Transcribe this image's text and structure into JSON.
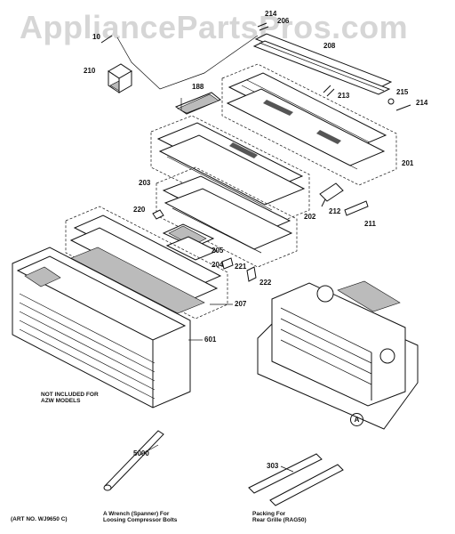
{
  "watermark": "AppliancePartsPros.com",
  "labels": {
    "p214a": "214",
    "p206": "206",
    "p10": "10",
    "p208": "208",
    "p210": "210",
    "p188": "188",
    "p213": "213",
    "p215": "215",
    "p214b": "214",
    "p201": "201",
    "p203": "203",
    "p212": "212",
    "p220": "220",
    "p202": "202",
    "p211": "211",
    "p205": "205",
    "p204": "204",
    "p221": "221",
    "p222": "222",
    "p207": "207",
    "p601": "601",
    "p5000": "5000",
    "p303": "303",
    "pA": "A"
  },
  "notes": {
    "not_included": [
      "NOT INCLUDED FOR",
      "AZW MODELS"
    ],
    "wrench": [
      "A Wrench (Spanner) For",
      "Loosing Compressor Bolts"
    ],
    "packing": [
      "Packing For",
      "Rear Grille (RAG50)"
    ],
    "art_no": "(ART NO. WJ9650 C)"
  }
}
